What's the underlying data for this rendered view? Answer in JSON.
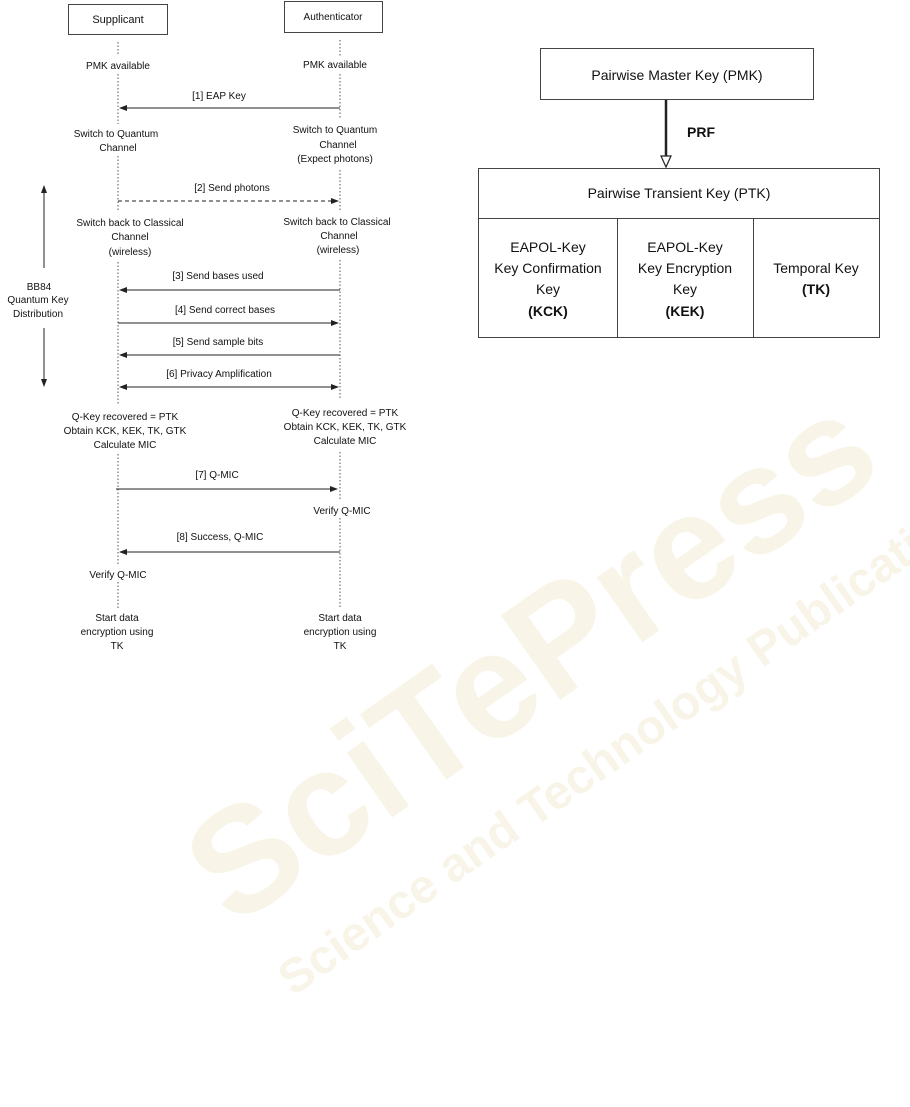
{
  "watermark": {
    "logo_text": "SciTePress",
    "subtitle": "Science and Technology Publications"
  },
  "sequence": {
    "actors": {
      "supplicant": "Supplicant",
      "authenticator": "Authenticator"
    },
    "supplicant_states": {
      "pmk": "PMK available",
      "quantum": [
        "Switch to Quantum",
        "Channel"
      ],
      "classical": [
        "Switch back to Classical",
        "Channel",
        "(wireless)"
      ],
      "qkey": [
        "Q-Key recovered = PTK",
        "Obtain KCK, KEK, TK, GTK",
        "Calculate MIC"
      ],
      "verify": "Verify Q-MIC",
      "start": [
        "Start data",
        "encryption using",
        "TK"
      ]
    },
    "authenticator_states": {
      "pmk": "PMK available",
      "quantum": [
        "Switch to Quantum",
        "Channel",
        "(Expect photons)"
      ],
      "classical": [
        "Switch back to Classical",
        "Channel",
        "(wireless)"
      ],
      "qkey": [
        "Q-Key recovered = PTK",
        "Obtain KCK, KEK, TK, GTK",
        "Calculate MIC"
      ],
      "verify": "Verify Q-MIC",
      "start": [
        "Start data",
        "encryption using",
        "TK"
      ]
    },
    "messages": [
      {
        "label": "[1] EAP Key",
        "direction": "left"
      },
      {
        "label": "[2] Send photons",
        "direction": "right",
        "style": "dashed"
      },
      {
        "label": "[3] Send bases used",
        "direction": "left"
      },
      {
        "label": "[4] Send correct bases",
        "direction": "right"
      },
      {
        "label": "[5] Send sample bits",
        "direction": "left"
      },
      {
        "label": "[6] Privacy Amplification",
        "direction": "both"
      },
      {
        "label": "[7] Q-MIC",
        "direction": "right"
      },
      {
        "label": "[8] Success, Q-MIC",
        "direction": "left"
      }
    ],
    "phase_label": [
      "BB84",
      "Quantum Key",
      "Distribution"
    ]
  },
  "hierarchy": {
    "pmk": "Pairwise Master Key (PMK)",
    "edge_label": "PRF",
    "ptk": "Pairwise Transient Key (PTK)",
    "kck": [
      "EAPOL-Key",
      "Key Confirmation",
      "Key",
      "(KCK)"
    ],
    "kek": [
      "EAPOL-Key",
      "Key Encryption",
      "Key",
      "(KEK)"
    ],
    "tk": [
      "Temporal Key",
      "(TK)"
    ]
  }
}
